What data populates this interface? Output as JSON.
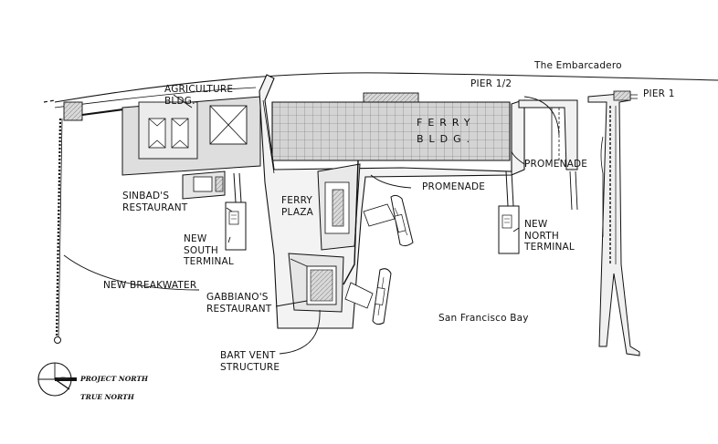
{
  "labels": {
    "embarcadero": "The Embarcadero",
    "pier_half": "PIER 1/2",
    "pier_1": "PIER 1",
    "agriculture": "AGRICULTURE\nBLDG.",
    "ferry_word_1": "FERRY",
    "ferry_word_2": "BLDG.",
    "promenade_east": "PROMENADE",
    "promenade_south": "PROMENADE",
    "sinbads": "SINBAD'S\nRESTAURANT",
    "ferry_plaza": "FERRY\nPLAZA",
    "new_south_terminal": "NEW\nSOUTH\nTERMINAL",
    "new_north_terminal": "NEW\nNORTH\nTERMINAL",
    "new_breakwater": "NEW BREAKWATER",
    "gabbianos": "GABBIANO'S\nRESTAURANT",
    "bay": "San Francisco Bay",
    "bart_vent": "BART VENT\nSTRUCTURE"
  },
  "north_arrow": {
    "project_north": "PROJECT NORTH",
    "true_north": "TRUE NORTH"
  },
  "colors": {
    "ink": "#111111",
    "building_fill": "#d9d9d9",
    "hatch": "#6e6e6e",
    "paper": "#ffffff"
  }
}
